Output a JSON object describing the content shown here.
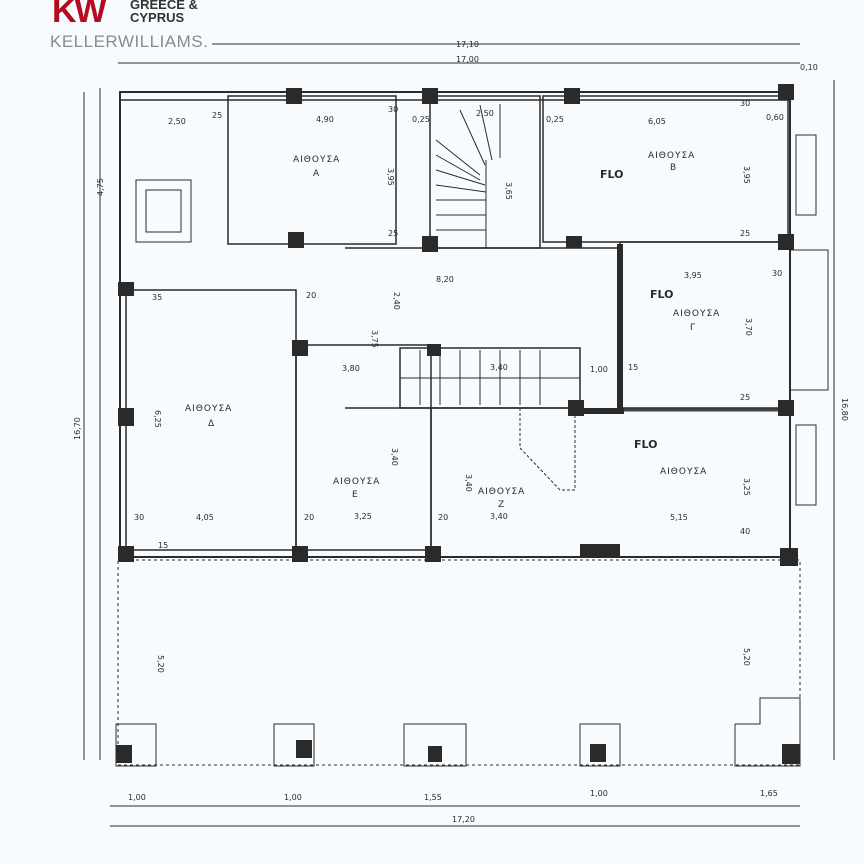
{
  "logo": {
    "mark": "KW",
    "region_line1": "GREECE &",
    "region_line2": "CYPRUS",
    "brand_name": "KELLERWILLIAMS."
  },
  "rooms": {
    "a_title": "ΑΙΘΟΥΣΑ",
    "a_letter": "Α",
    "b_title": "ΑΙΘΟΥΣΑ",
    "b_letter": "Β",
    "g_title": "ΑΙΘΟΥΣΑ",
    "g_letter": "Γ",
    "d_title": "ΑΙΘΟΥΣΑ",
    "d_letter": "Δ",
    "e_title": "ΑΙΘΟΥΣΑ",
    "e_letter": "Ε",
    "z_title": "ΑΙΘΟΥΣΑ",
    "z_letter": "Ζ",
    "h_title": "ΑΙΘΟΥΣΑ"
  },
  "marks": {
    "flo_1": "FLO",
    "flo_2": "FLO",
    "flo_3": "FLO"
  },
  "dimensions": {
    "top_outer": "17,10",
    "top_inner": "17,00",
    "top_right": "0,10",
    "bottom_total": "17,20",
    "left_total": "16,70",
    "right_total": "16,80",
    "left_top": "4,75",
    "a_width": "4,90",
    "a_left": "2,50",
    "b_width": "6,05",
    "stair_top": "2,50",
    "stair_h": "3,65",
    "a_h": "3,95",
    "b_h": "3,95",
    "corr_w": "8,20",
    "g_w": "3,95",
    "g_h": "3,70",
    "mid_h": "2,40",
    "mid_stair": "3,75",
    "stair2": "3,40",
    "e_w": "3,80",
    "d_h": "6,25",
    "d_w": "4,05",
    "e_h": "3,40",
    "e_w2": "3,25",
    "z_h": "3,40",
    "z_w": "3,40",
    "h_w": "5,15",
    "h_h": "3,25",
    "one": "1,00",
    "low_left": "5,20",
    "low_right": "5,20",
    "b_1": "1,00",
    "b_2": "1,00",
    "b_3": "1,55",
    "b_4": "1,00",
    "b_5": "1,65",
    "t_25a": "25",
    "t_25b": "25",
    "t_25c": "25",
    "t_25d": "25",
    "t_30a": "30",
    "t_30b": "30",
    "t_30c": "30",
    "t_30d": "30",
    "t_20a": "20",
    "t_20b": "20",
    "t_20c": "20",
    "t_15a": "15",
    "t_15b": "15",
    "t_35": "35",
    "t_40": "40",
    "t_025a": "0,25",
    "t_025b": "0,25",
    "t_060": "0,60"
  }
}
